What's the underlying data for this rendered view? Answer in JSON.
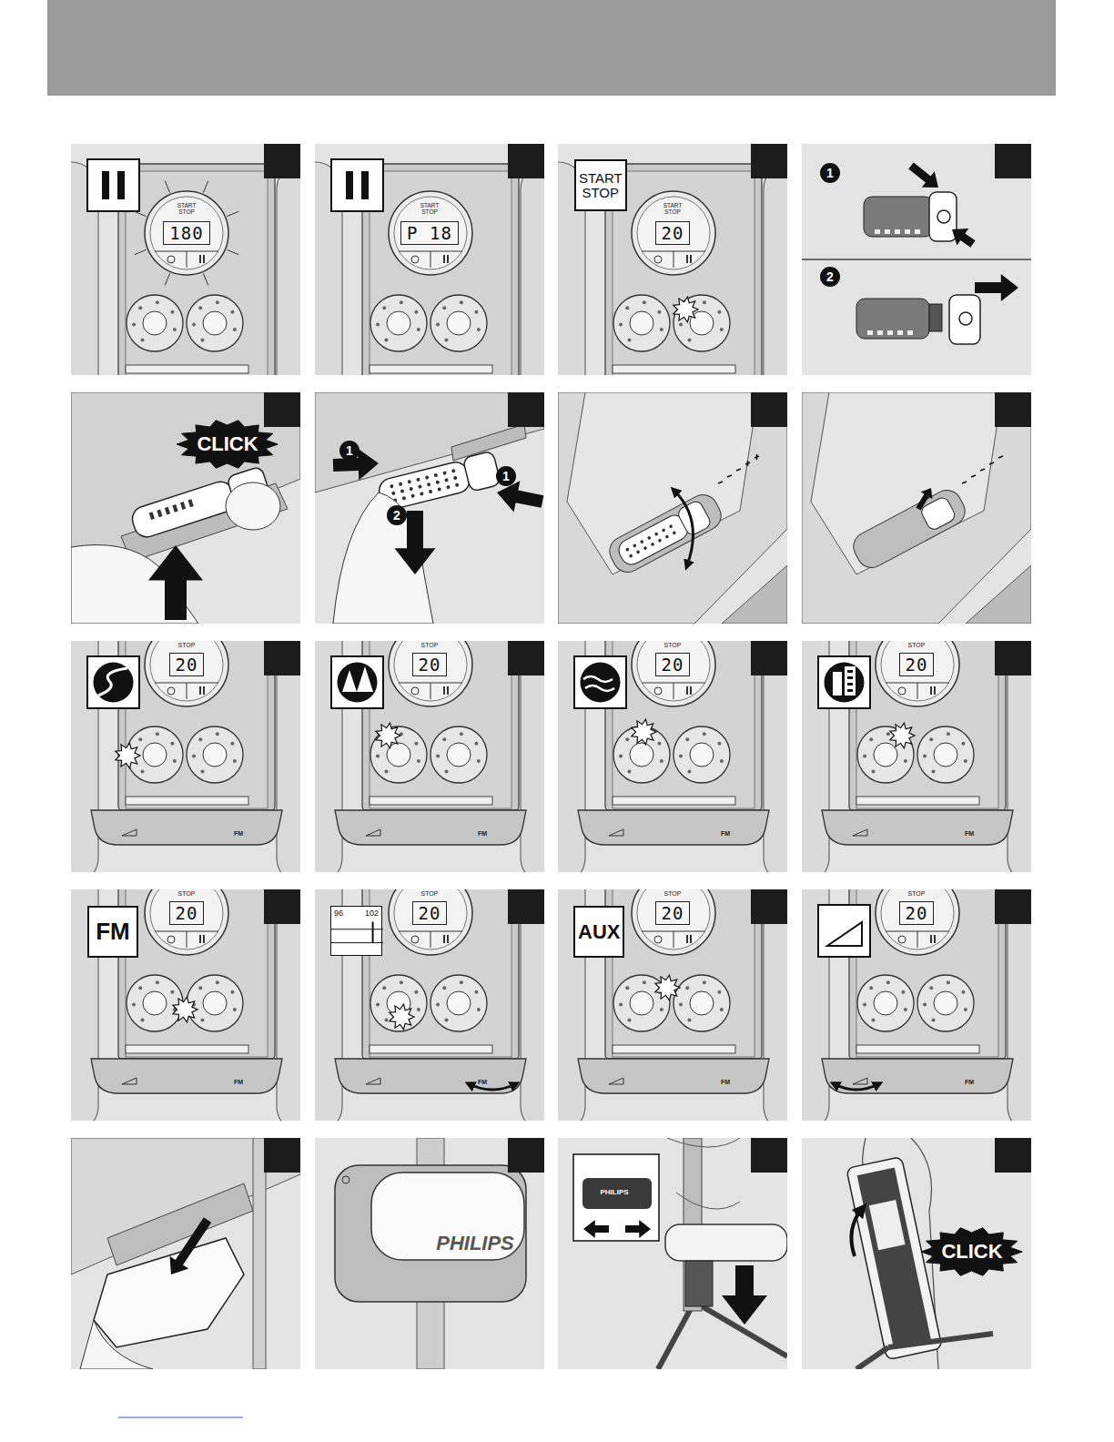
{
  "diagram": {
    "nodes": [
      {
        "text": [
          "180"
        ]
      },
      {
        "text": [
          "P 18"
        ]
      },
      {
        "text": [
          "START STOP"
        ]
      },
      {
        "text": [
          "20"
        ]
      },
      {
        "text": [
          "1"
        ]
      },
      {
        "text": [
          "2"
        ]
      },
      {
        "text": [
          "CLICK"
        ]
      },
      {
        "text": [
          "1"
        ]
      },
      {
        "text": [
          "2"
        ]
      },
      {
        "text": [
          "1"
        ]
      },
      {
        "text": [
          "20"
        ]
      },
      {
        "text": [
          "20"
        ]
      },
      {
        "text": [
          "20"
        ]
      },
      {
        "text": [
          "20"
        ]
      },
      {
        "text": [
          "FM"
        ]
      },
      {
        "text": [
          "20"
        ]
      },
      {
        "text": [
          "96",
          "102"
        ]
      },
      {
        "text": [
          "20"
        ]
      },
      {
        "text": [
          "AUX"
        ]
      },
      {
        "text": [
          "20"
        ]
      },
      {
        "text": [
          "20"
        ]
      },
      {
        "text": [
          "CLICK"
        ]
      }
    ],
    "labels": [
      "START STOP",
      "START STOP",
      "START STOP",
      "STOP",
      "STOP",
      "STOP",
      "STOP",
      "STOP",
      "STOP",
      "STOP",
      "STOP",
      "FM",
      "FM",
      "FM",
      "FM",
      "FM",
      "FM",
      "FM",
      "FM",
      "PHILIPS",
      "PHILIPS"
    ]
  }
}
